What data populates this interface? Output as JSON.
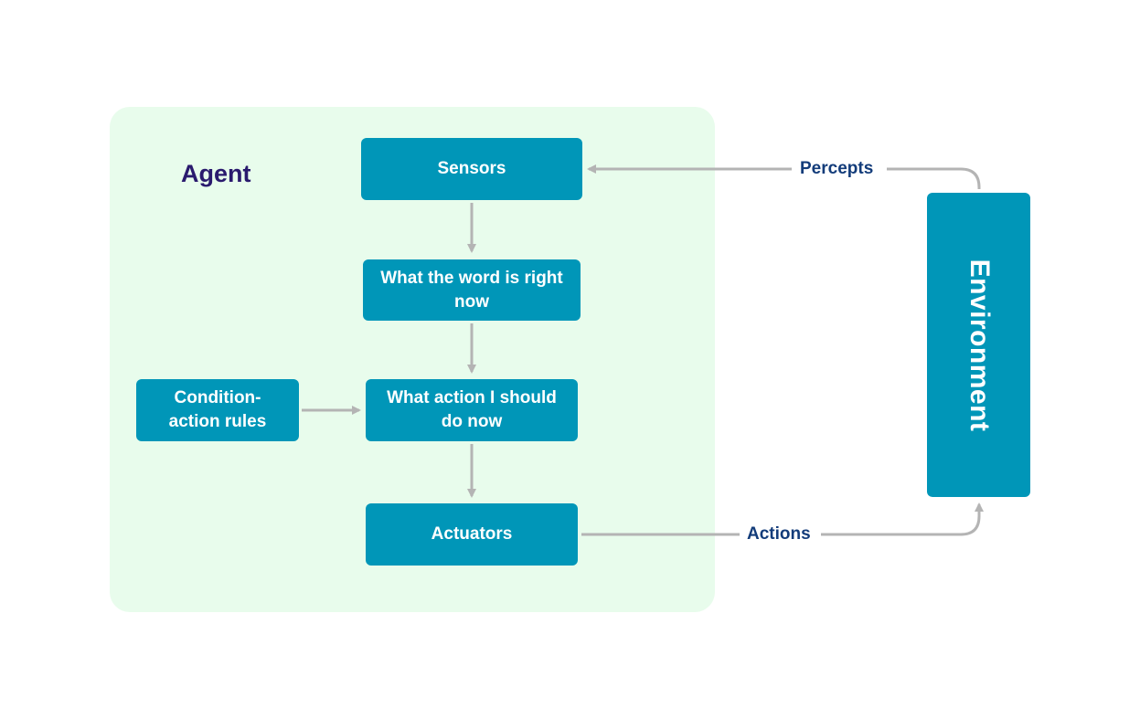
{
  "agent": {
    "title": "Agent"
  },
  "nodes": {
    "sensors": "Sensors",
    "world_state": "What the word is right now",
    "condition_rules": "Condition-action rules",
    "action_decision": "What action I should do now",
    "actuators": "Actuators",
    "environment": "Environment"
  },
  "edges": {
    "percepts": "Percepts",
    "actions": "Actions"
  },
  "colors": {
    "agent_background": "#e8fcec",
    "node_fill": "#0096b8",
    "node_text": "#ffffff",
    "agent_title": "#2a1a6e",
    "edge_label": "#133c7a",
    "arrow": "#b4b4b4"
  }
}
